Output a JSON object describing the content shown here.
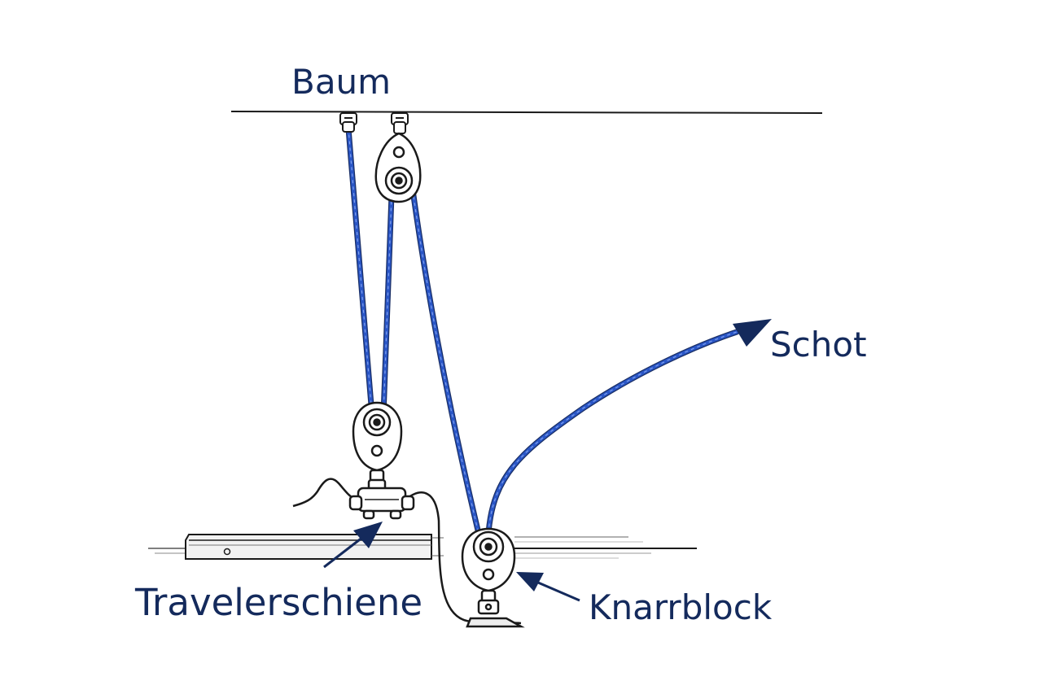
{
  "labels": {
    "boom": "Baum",
    "sheet": "Schot",
    "traveler_track": "Travelerschiene",
    "ratchet_block": "Knarrblock"
  },
  "colors": {
    "rope": "#2a56c6",
    "rope_highlight": "#6f93e8",
    "label_text": "#142a5c",
    "outline": "#1a1a1a",
    "arrow": "#142a5c"
  }
}
